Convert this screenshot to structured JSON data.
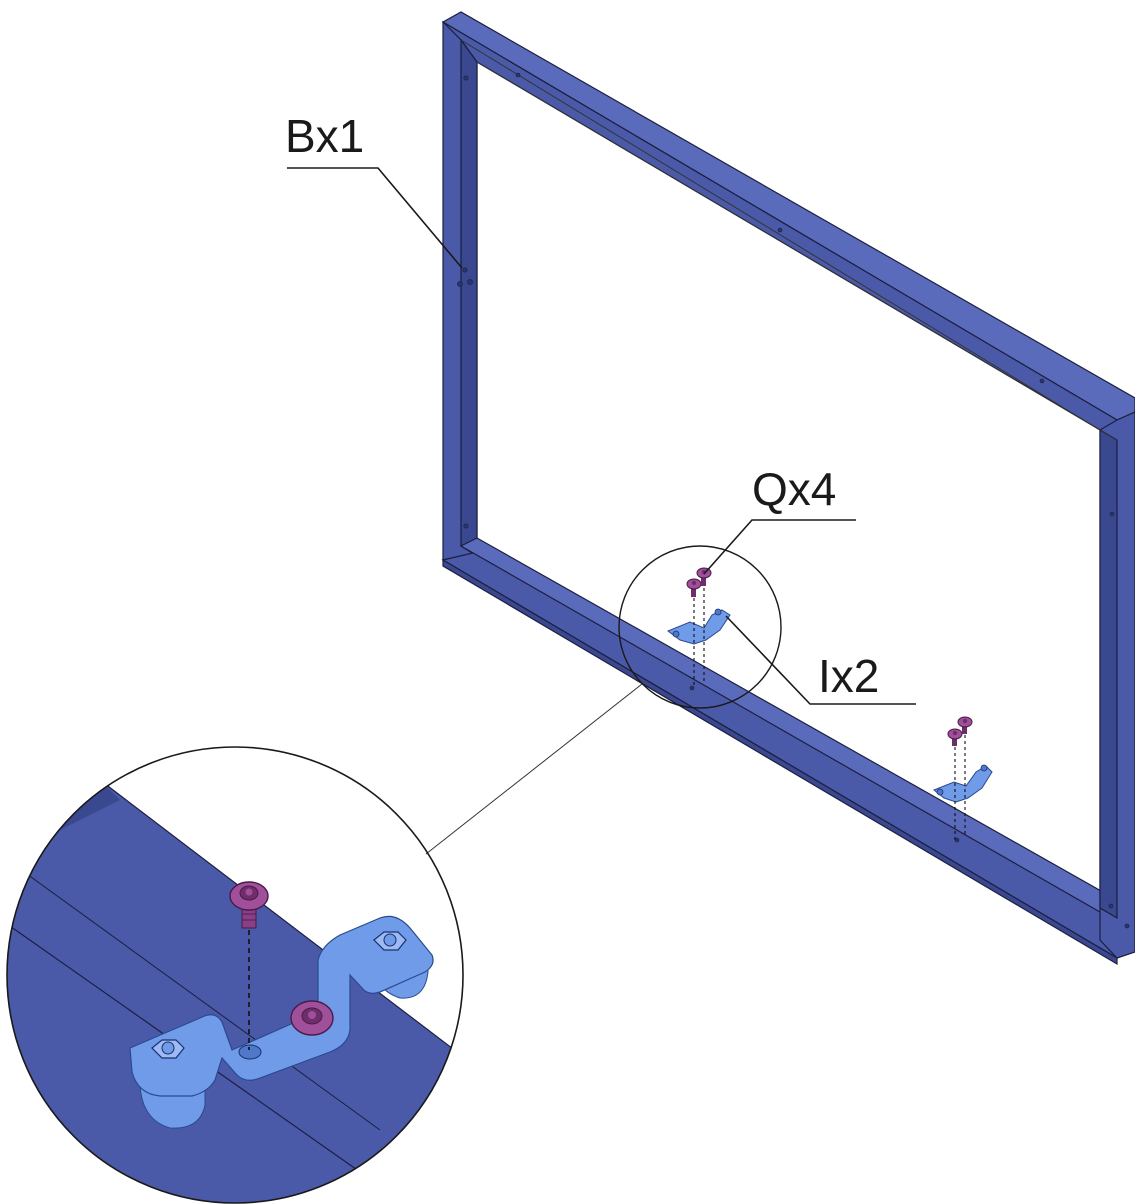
{
  "callouts": {
    "frame": "Bx1",
    "screws": "Qx4",
    "brackets": "Ix2"
  },
  "colors": {
    "frame": "#4a5aa8",
    "frame_dark": "#3a4890",
    "frame_light": "#5a6bbc",
    "bracket": "#6f9be8",
    "bracket_dark": "#4f78c8",
    "screw": "#a0509a",
    "screw_dark": "#6e2e6a",
    "ink": "#1a1a1a"
  }
}
